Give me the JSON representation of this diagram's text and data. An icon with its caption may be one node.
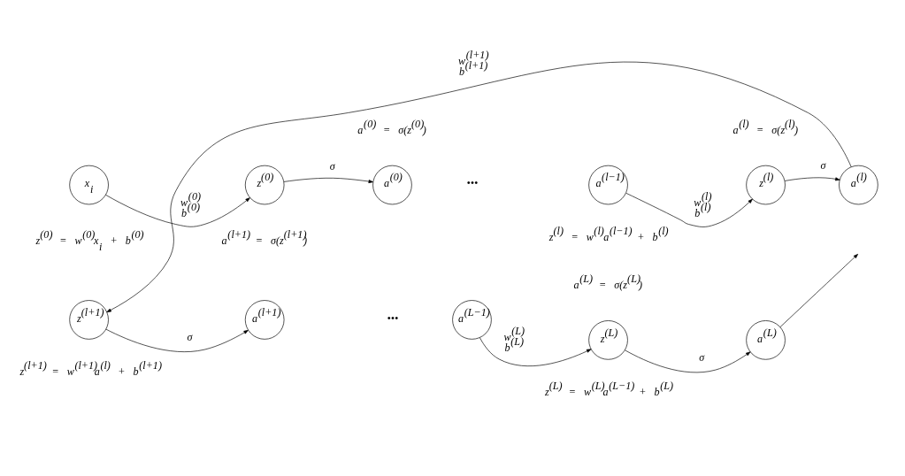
{
  "diagram": {
    "nodes": [
      {
        "text": [
          "x$_{i}$"
        ]
      },
      {
        "text": [
          "z$^{(0)}$"
        ]
      },
      {
        "text": [
          "a$^{(0)}$"
        ]
      },
      {
        "text": [
          "a$^{(l−1)}$"
        ]
      },
      {
        "text": [
          "z$^{(l)}$"
        ]
      },
      {
        "text": [
          "a$^{(l)}$"
        ]
      },
      {
        "text": [
          "z$^{(l+1)}$"
        ]
      },
      {
        "text": [
          "a$^{(l+1)}$"
        ]
      },
      {
        "text": [
          "a$^{(L−1)}$"
        ]
      },
      {
        "text": [
          "z$^{(L)}$"
        ]
      },
      {
        "text": [
          "a$^{(L)}$"
        ]
      }
    ],
    "edges": [
      {
        "from": 0,
        "to": 1,
        "arrow": "to",
        "label": "w$^{(0)}$ b$^{(0)}$"
      },
      {
        "from": 1,
        "to": 2,
        "arrow": "to",
        "label": "σ"
      },
      {
        "from": 3,
        "to": 4,
        "arrow": "to",
        "label": "w$^{(l)}$ b$^{(l)}$"
      },
      {
        "from": 4,
        "to": 5,
        "arrow": "to",
        "label": "σ"
      },
      {
        "from": 5,
        "to": 6,
        "arrow": "to",
        "label": "w$^{(l+1)}$ b$^{(l+1)}$"
      },
      {
        "from": 6,
        "to": 7,
        "arrow": "to",
        "label": "σ"
      },
      {
        "from": 8,
        "to": 9,
        "arrow": "to",
        "label": "w$^{(L)}$ b$^{(L)}$"
      },
      {
        "from": 9,
        "to": 10,
        "arrow": "to",
        "label": "σ"
      },
      {
        "from": 10,
        "to": null,
        "arrow": "to"
      }
    ],
    "labels": [
      "a$^{(0)}$ = σ(z$^{(0)}$)",
      "•••",
      "a$^{(l)}$ = σ(z$^{(l)}$)",
      "z$^{(0)}$ = w$^{(0)}$x$_{i}$ + b$^{(0)}$",
      "z$^{(l)}$ = w$^{(l)}$a$^{(l−1)}$ + b$^{(l)}$",
      "a$^{(l+1)}$ = σ(z$^{(l+1)}$)",
      "a$^{(L)}$ = σ(z$^{(L)}$)",
      "•••",
      "z$^{(l+1)}$ = w$^{(l+1)}$a$^{(l)}$ + b$^{(l+1)}$",
      "z$^{(L)}$ = w$^{(L)}$a$^{(L−1)}$ + b$^{(L)}$"
    ]
  }
}
